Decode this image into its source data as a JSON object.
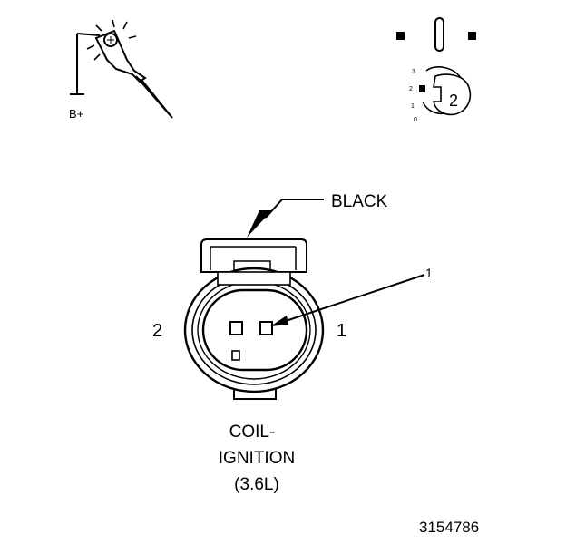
{
  "probe_icon": {
    "terminal_label": "B+"
  },
  "connector_icon": {
    "cavity_label": "2",
    "scale_marks": [
      "3",
      "2",
      "1",
      "0"
    ]
  },
  "connector": {
    "color_label": "BLACK",
    "callout_pin_label": "1",
    "left_pin_label": "2",
    "right_pin_label": "1",
    "caption_line1": "COIL-",
    "caption_line2": "IGNITION",
    "caption_line3": "(3.6L)"
  },
  "figure_number": "3154786",
  "colors": {
    "ink": "#000000",
    "background": "#ffffff"
  }
}
